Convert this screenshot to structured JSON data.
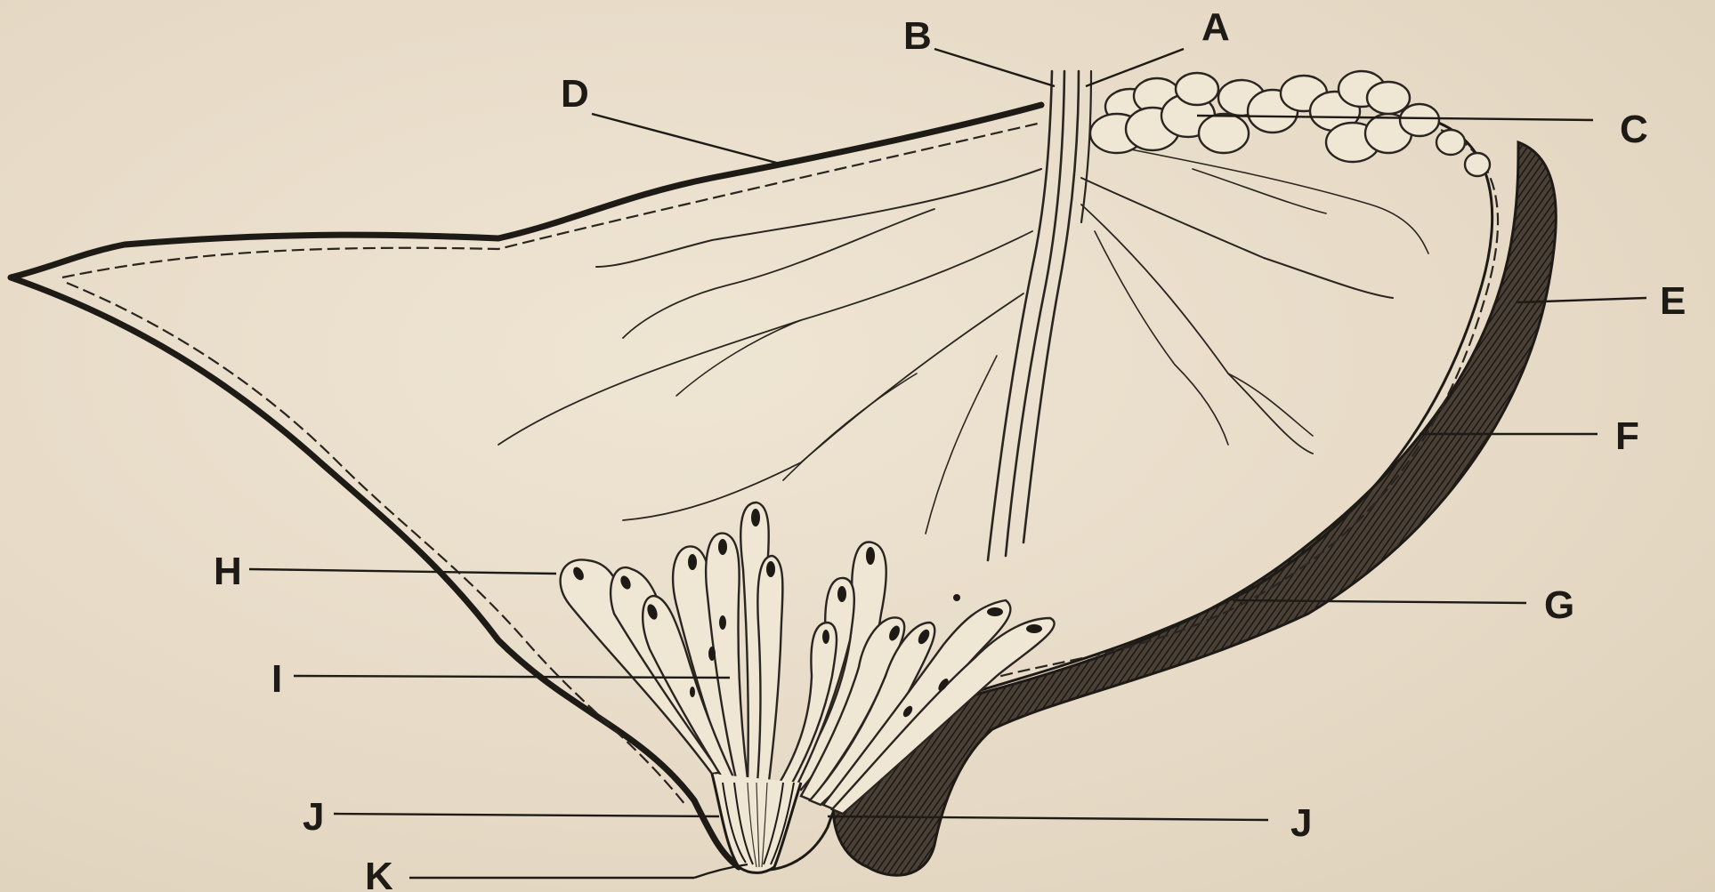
{
  "figure": {
    "labels": {
      "A": "A",
      "B": "B",
      "C": "C",
      "D": "D",
      "E": "E",
      "F": "F",
      "G": "G",
      "H": "H",
      "I": "I",
      "J_left": "J",
      "J_right": "J",
      "K": "K"
    },
    "colors": {
      "paper": "#e9decb",
      "ink": "#1e1a16",
      "skin_shading": "#3a322b"
    }
  }
}
